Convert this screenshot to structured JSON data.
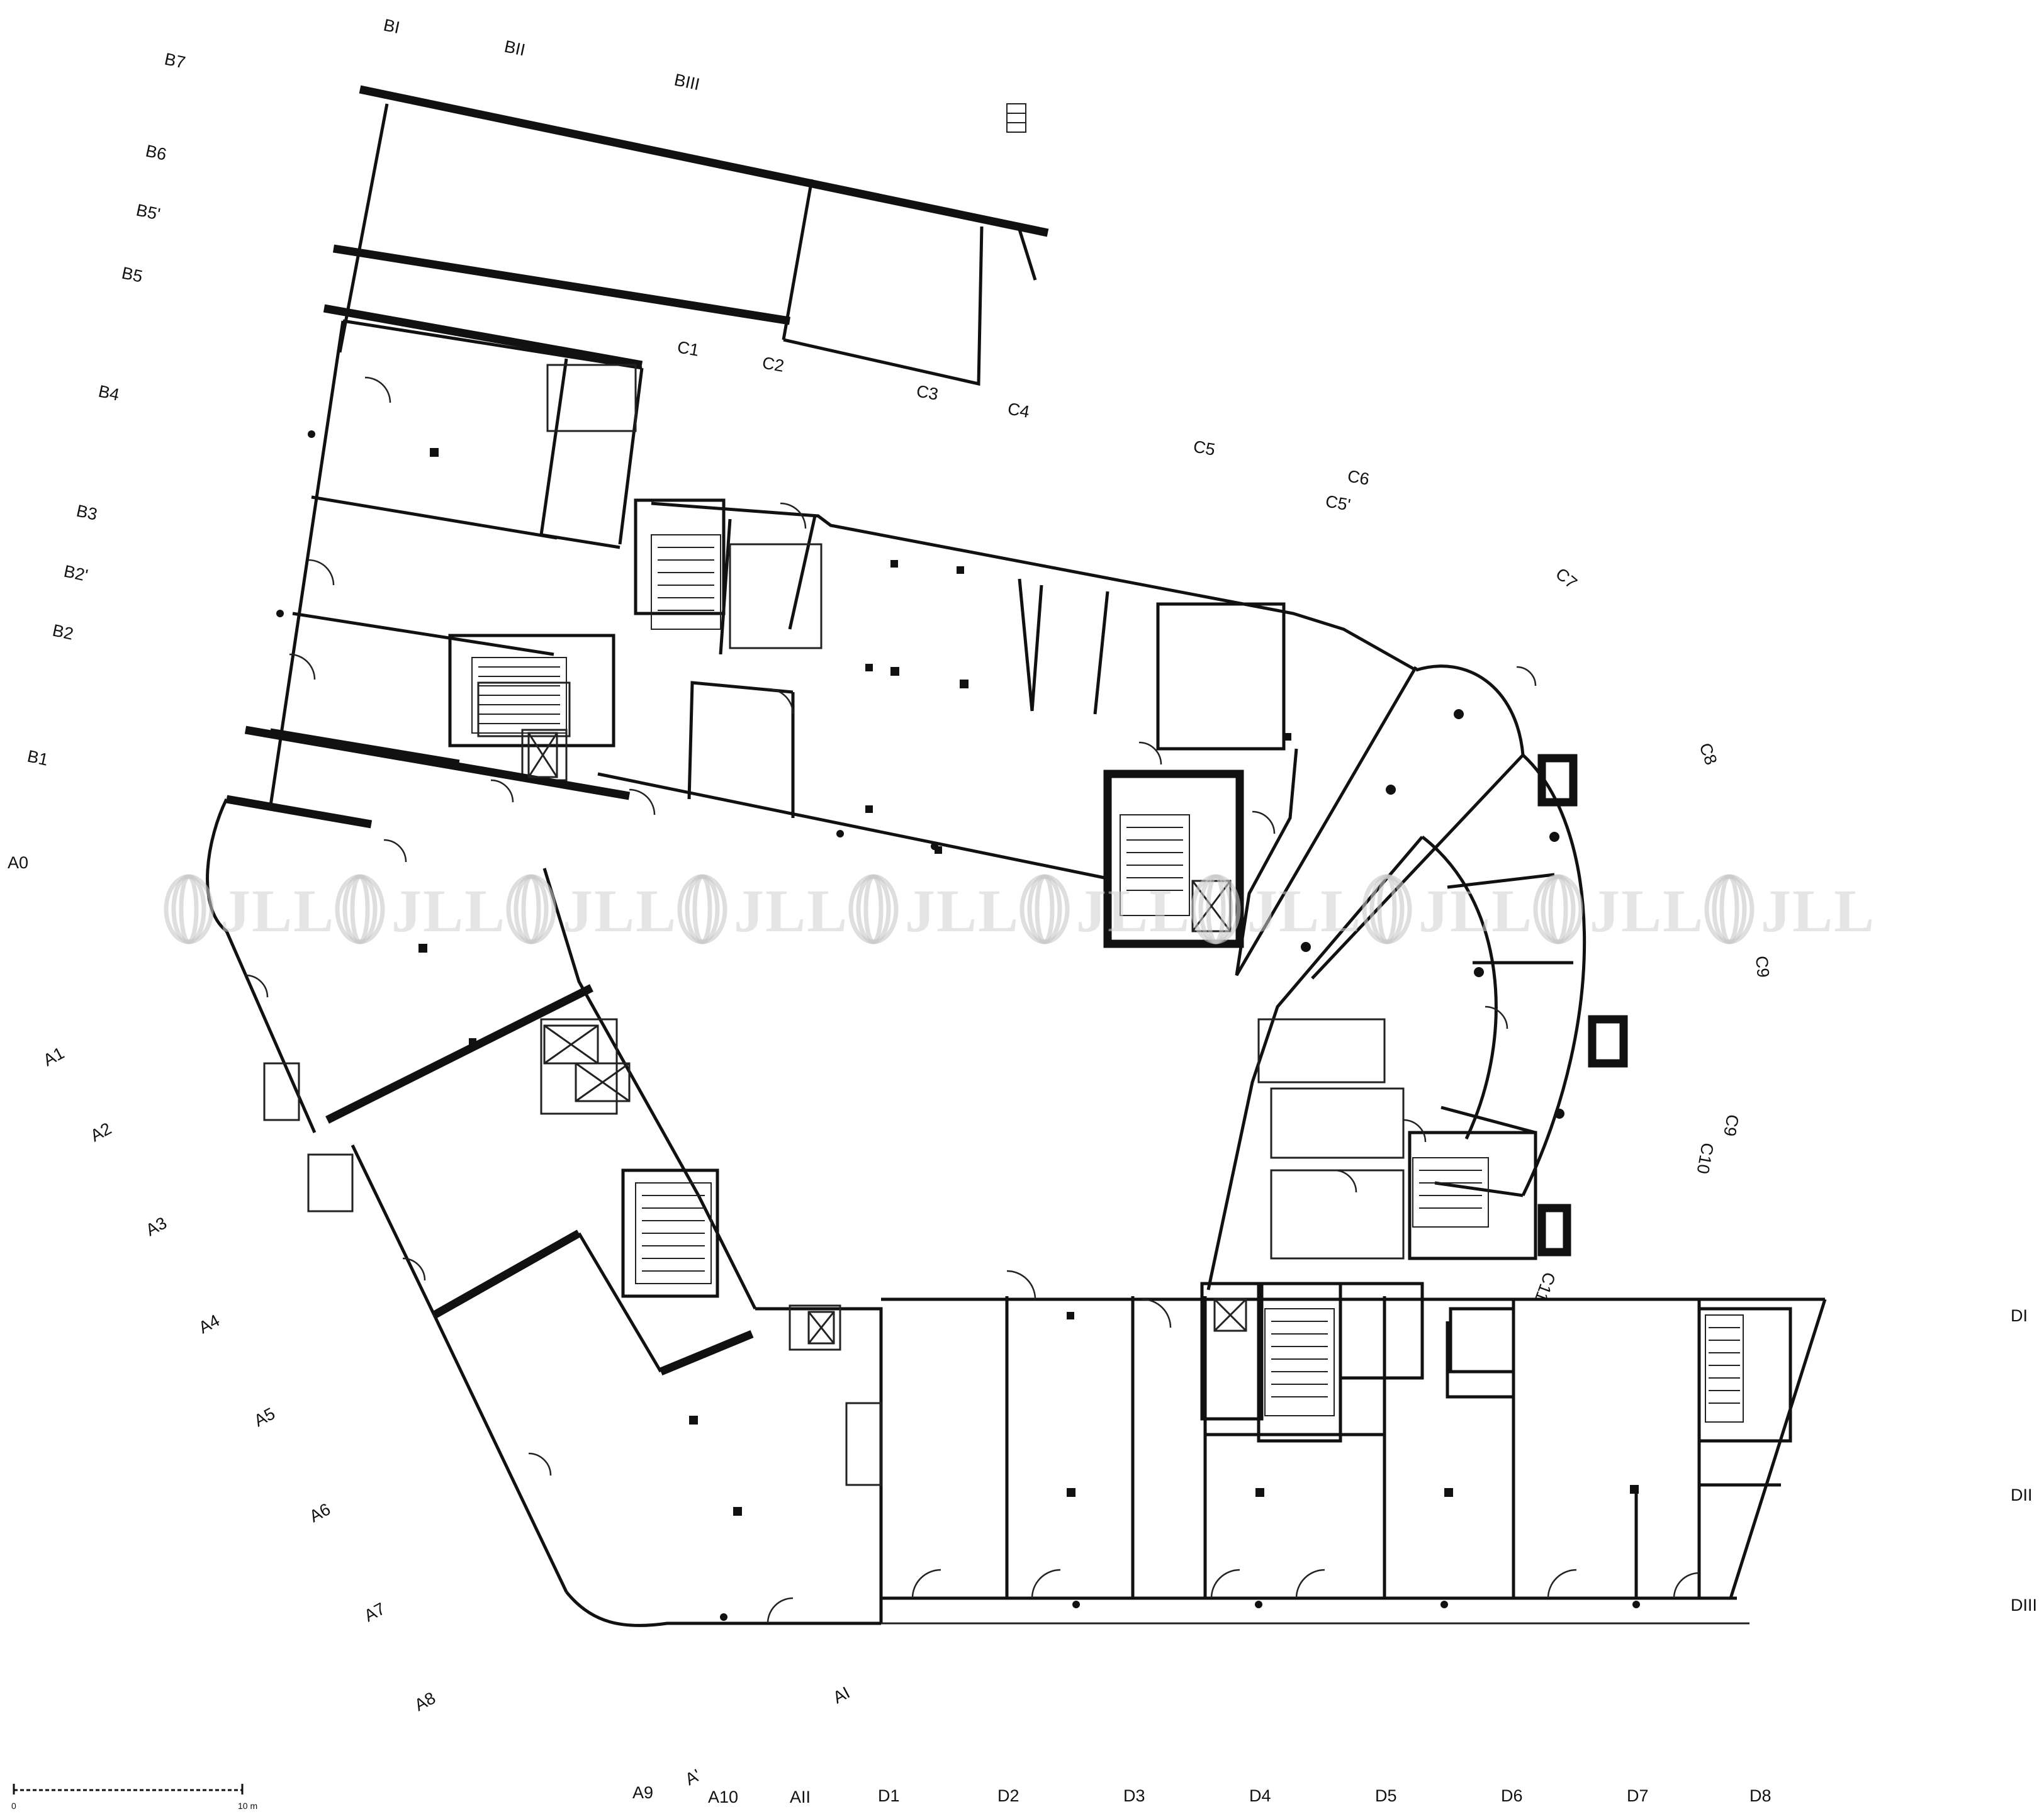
{
  "watermark": {
    "brand": "JLL",
    "repeat": 10
  },
  "scale_bar": {
    "start": "0",
    "end": "10 m"
  },
  "grid_labels": {
    "B_wing": [
      "BI",
      "BII",
      "BIII",
      "B7",
      "B6",
      "B5'",
      "B5",
      "B4",
      "B3",
      "B2'",
      "B2",
      "B1"
    ],
    "A_wing": [
      "A0",
      "A1",
      "A2",
      "A3",
      "A4",
      "A5",
      "A6",
      "A7",
      "A8",
      "AI",
      "A9",
      "A'",
      "A10",
      "AII"
    ],
    "C_wing": [
      "C1",
      "C2",
      "C3",
      "C4",
      "C5",
      "C6",
      "C5'",
      "C7",
      "C8",
      "C9",
      "C9",
      "C10",
      "C11"
    ],
    "D_wing": [
      "D1",
      "D2",
      "D3",
      "D4",
      "D5",
      "D6",
      "D7",
      "D8",
      "DI",
      "DII",
      "DIII"
    ]
  }
}
